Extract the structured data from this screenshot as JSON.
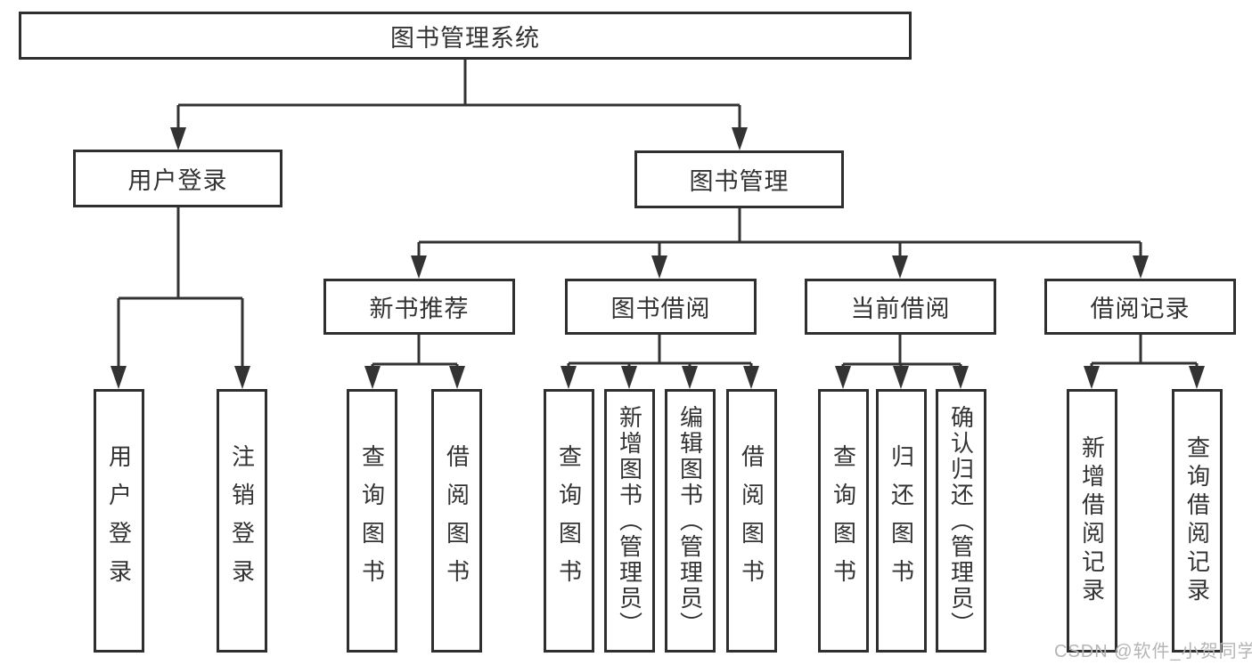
{
  "diagram": {
    "root": "图书管理系统",
    "branches": [
      {
        "label": "用户登录",
        "children": [
          "用户登录",
          "注销登录"
        ]
      },
      {
        "label": "图书管理",
        "children": [
          {
            "label": "新书推荐",
            "children": [
              "查询图书",
              "借阅图书"
            ]
          },
          {
            "label": "图书借阅",
            "children": [
              "查询图书",
              "新增图书（管理员）",
              "编辑图书（管理员）",
              "借阅图书"
            ]
          },
          {
            "label": "当前借阅",
            "children": [
              "查询图书",
              "归还图书",
              "确认归还（管理员）"
            ]
          },
          {
            "label": "借阅记录",
            "children": [
              "新增借阅记录",
              "查询借阅记录"
            ]
          }
        ]
      }
    ]
  },
  "watermark": {
    "text": "CSDN @软件_小贺同学"
  },
  "colors": {
    "background": "#ffffff",
    "line": "#333333",
    "box_border": "#2f2f2f",
    "text": "#333333",
    "watermark": "#b5b5b5"
  }
}
